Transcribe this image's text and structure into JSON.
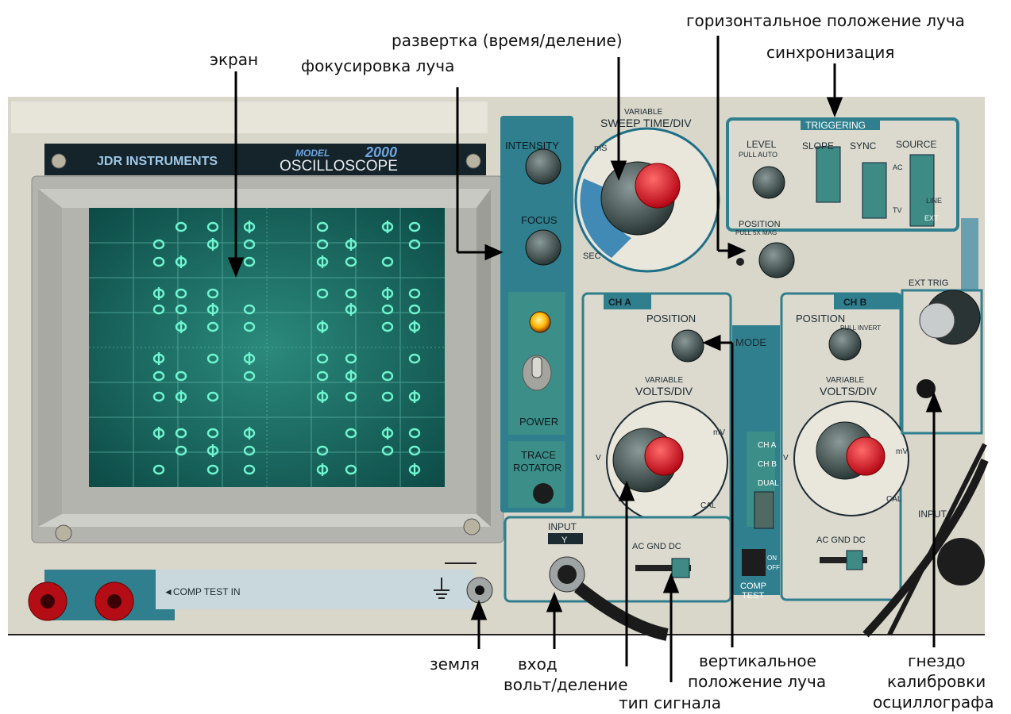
{
  "annotations": {
    "screen": "экран",
    "focus": "фокусировка луча",
    "sweep": "развертка (время/деление)",
    "hpos": "горизонтальное положение луча",
    "sync": "синхронизация",
    "ground": "земля",
    "input_l1": "вход",
    "input_l2": "вольт/деление",
    "signal_type": "тип сигнала",
    "vpos_l1": "вертикальное",
    "vpos_l2": "положение луча",
    "cal_l1": "гнездо",
    "cal_l2": "калибровки",
    "cal_l3": "осциллографа"
  },
  "panel": {
    "brand": "JDR INSTRUMENTS",
    "model_label": "MODEL",
    "model_number": "2000",
    "device": "OSCILLOSCOPE",
    "intensity": "INTENSITY",
    "focus": "FOCUS",
    "power": "POWER",
    "trace_rotator_l1": "TRACE",
    "trace_rotator_l2": "ROTATOR",
    "variable": "VARIABLE",
    "sweep_time": "SWEEP TIME/DIV",
    "ms": "mS",
    "sec": "SEC",
    "triggering": "TRIGGERING",
    "level": "LEVEL",
    "pull_auto": "PULL AUTO",
    "slope": "SLOPE",
    "sync": "SYNC",
    "source": "SOURCE",
    "ac": "AC",
    "tv": "TV",
    "line": "LINE",
    "ext": "EXT",
    "position": "POSITION",
    "pull_mag": "PULL 5X MAG",
    "ch_a": "CH A",
    "ch_b": "CH B",
    "mode": "MODE",
    "pull_invert": "PULL INVERT",
    "volts_div": "VOLTS/DIV",
    "mode_cha": "CH A",
    "mode_chb": "CH B",
    "mode_dual": "DUAL",
    "comp_test_l1": "COMP",
    "comp_test_l2": "TEST",
    "on": "ON",
    "off": "OFF",
    "ac_gnd_dc": "AC GND DC",
    "input": "INPUT",
    "input_y": "Y",
    "ext_trig": "EXT TRIG",
    "comp_test_in": "◄COMP TEST IN",
    "cal": "CAL",
    "mv": "mV",
    "v": "V"
  },
  "colors": {
    "panel": "#dedbd0",
    "teal": "#2f7f8e",
    "screen": "#0d5f5a",
    "trace": "#5cf0c8",
    "knob_red": "#e0202a",
    "led": "#ffd21a"
  }
}
